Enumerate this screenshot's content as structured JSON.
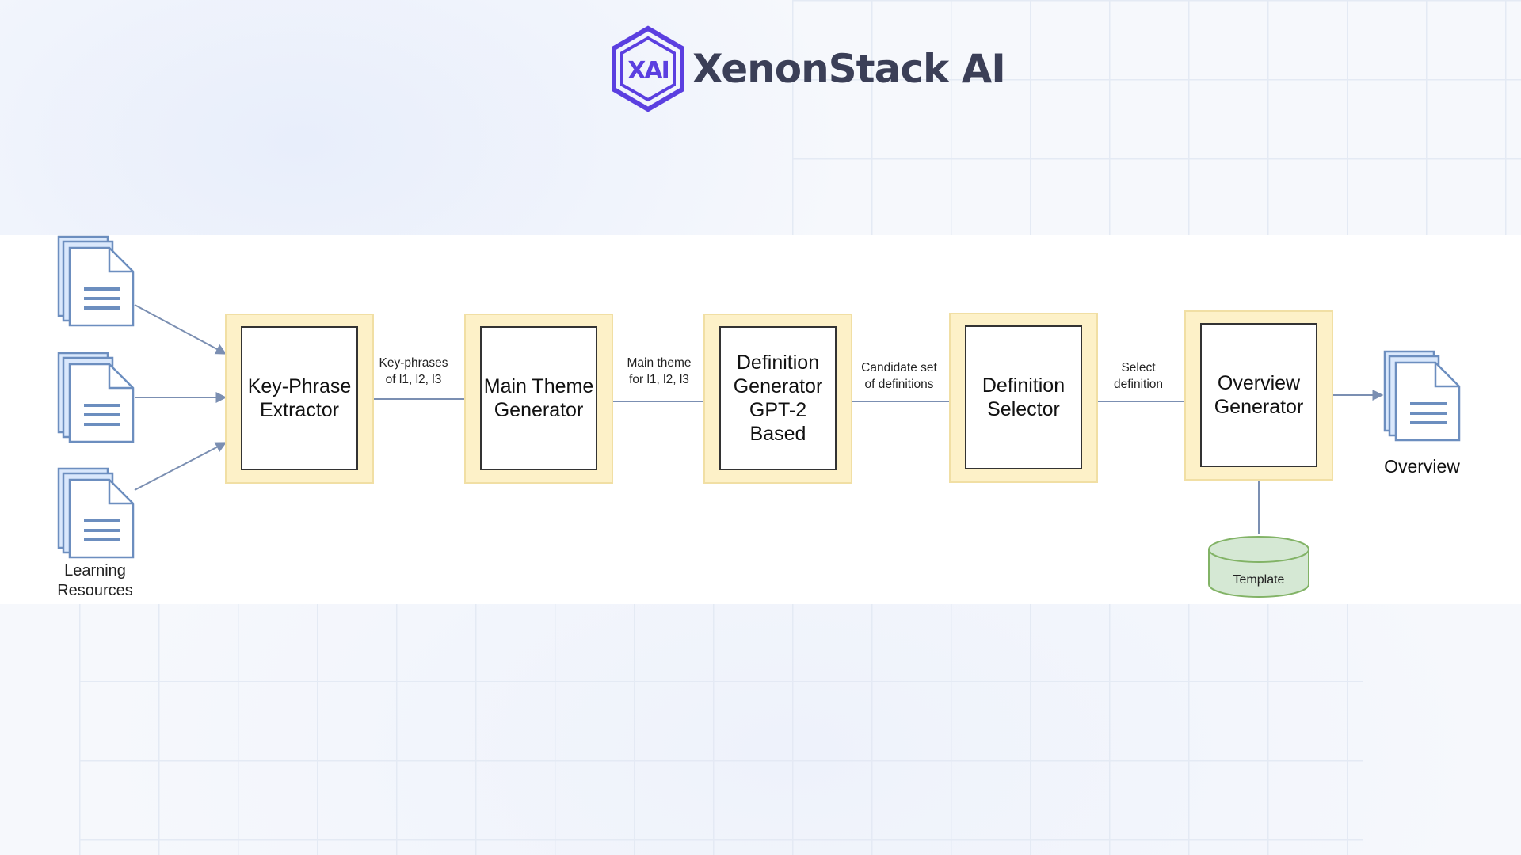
{
  "brand": {
    "name": "XenonStack AI",
    "logo_text": "XAI",
    "logo_color": "#5b3fe0"
  },
  "diagram": {
    "inputs": {
      "icon": "document-stack-icon",
      "count": 3,
      "caption": "Learning\nResources"
    },
    "steps": [
      {
        "id": "key-phrase-extractor",
        "label": "Key-Phrase\nExtractor"
      },
      {
        "id": "main-theme-generator",
        "label": "Main Theme\nGenerator"
      },
      {
        "id": "definition-generator",
        "label": "Definition\nGenerator\nGPT-2\nBased"
      },
      {
        "id": "definition-selector",
        "label": "Definition\nSelector"
      },
      {
        "id": "overview-generator",
        "label": "Overview\nGenerator"
      }
    ],
    "edges": [
      {
        "label": "Key-phrases\nof l1, l2, l3"
      },
      {
        "label": "Main theme\nfor l1, l2, l3"
      },
      {
        "label": "Candidate set\nof definitions"
      },
      {
        "label": "Select\ndefinition"
      }
    ],
    "template": {
      "label": "Template",
      "color": "#d5e8d4"
    },
    "output": {
      "icon": "document-stack-icon",
      "caption": "Overview"
    },
    "colors": {
      "box_fill": "#fdf1c8",
      "arrow": "#7b8fb2",
      "doc_stroke": "#6c8ebf",
      "doc_fill": "#dae8fc"
    }
  }
}
